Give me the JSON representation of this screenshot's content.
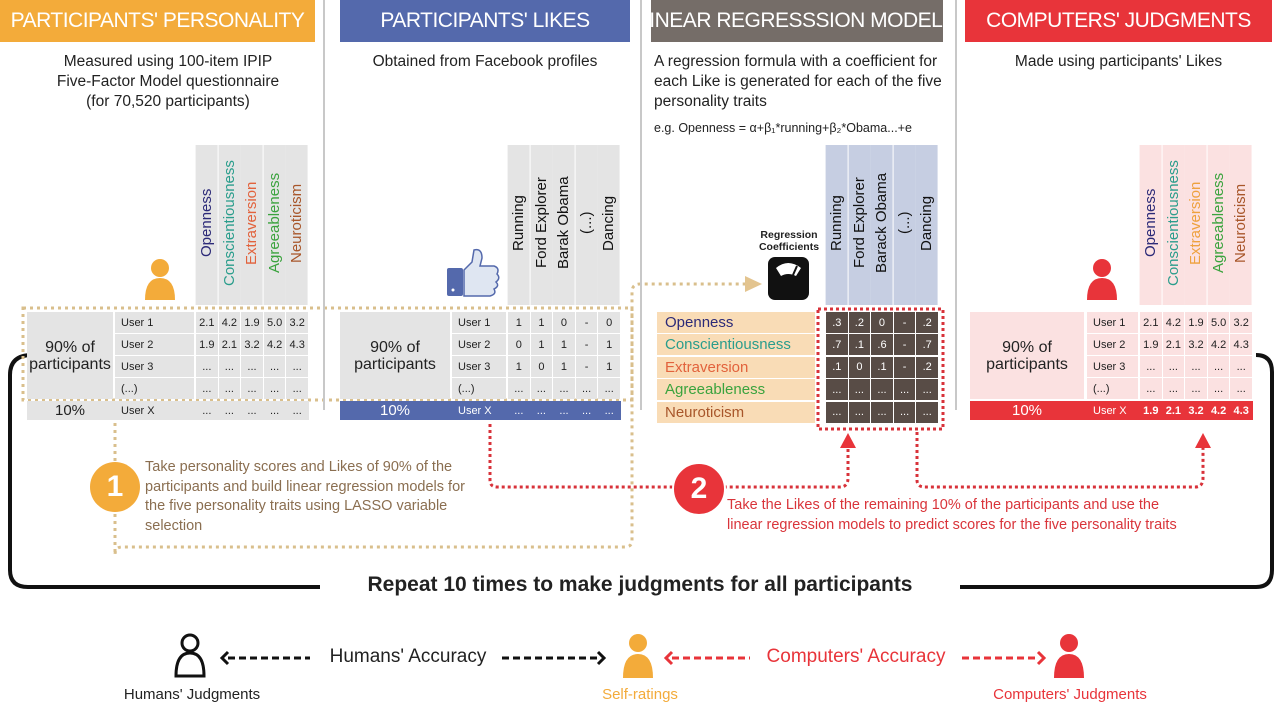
{
  "colors": {
    "orange": "#f3ab3a",
    "blue": "#5469ac",
    "brown_gray": "#756d68",
    "red": "#e8343a",
    "openness": "#2c2a78",
    "conscientiousness": "#2a9d8c",
    "extraversion": "#e2623c",
    "extraversion_alt": "#eea13e",
    "agreeableness": "#3ba33e",
    "neuroticism": "#a8562a"
  },
  "panels": [
    {
      "title": "PARTICIPANTS' PERSONALITY",
      "description": "Measured using 100-item IPIP Five-Factor Model questionnaire (for 70,520 participants)"
    },
    {
      "title": "PARTICIPANTS'  LIKES",
      "description": "Obtained from Facebook profiles"
    },
    {
      "title": "LINEAR REGRESSSION MODELS",
      "description": "A regression formula with a coefficient for each Like is generated for each of the five personality traits",
      "formula": "e.g. Openness = α+β₁*running+β₂*Obama...+e"
    },
    {
      "title": "COMPUTERS' JUDGMENTS",
      "description": "Made using  participants' Likes"
    }
  ],
  "personality_table": {
    "headers": [
      "Openness",
      "Conscientiousness",
      "Extraversion",
      "Agreeableness",
      "Neuroticism"
    ],
    "group_label": "90% of participants",
    "rows": [
      {
        "user": "User 1",
        "values": [
          "2.1",
          "4.2",
          "1.9",
          "5.0",
          "3.2"
        ]
      },
      {
        "user": "User 2",
        "values": [
          "1.9",
          "2.1",
          "3.2",
          "4.2",
          "4.3"
        ]
      },
      {
        "user": "User 3",
        "values": [
          "...",
          "...",
          "...",
          "...",
          "..."
        ]
      },
      {
        "user": "(...)",
        "values": [
          "...",
          "...",
          "...",
          "...",
          "..."
        ]
      }
    ],
    "test_row": {
      "label": "10%",
      "user": "User X",
      "values": [
        "...",
        "...",
        "...",
        "...",
        "..."
      ]
    }
  },
  "likes_table": {
    "headers": [
      "Running",
      "Ford Explorer",
      "Barak Obama",
      "(...)",
      "Dancing"
    ],
    "group_label": "90% of participants",
    "rows": [
      {
        "user": "User 1",
        "values": [
          "1",
          "1",
          "0",
          "-",
          "0"
        ]
      },
      {
        "user": "User 2",
        "values": [
          "0",
          "1",
          "1",
          "-",
          "1"
        ]
      },
      {
        "user": "User 3",
        "values": [
          "1",
          "0",
          "1",
          "-",
          "1"
        ]
      },
      {
        "user": "(...)",
        "values": [
          "...",
          "...",
          "...",
          "...",
          "..."
        ]
      }
    ],
    "test_row": {
      "label": "10%",
      "user": "User X",
      "values": [
        "...",
        "...",
        "...",
        "...",
        "..."
      ]
    }
  },
  "regression_table": {
    "icon_label": "Regression Coefficients",
    "headers": [
      "Running",
      "Ford Explorer",
      "Barack Obama",
      "(...)",
      "Dancing"
    ],
    "rows": [
      {
        "trait": "Openness",
        "values": [
          ".3",
          ".2",
          "0",
          "-",
          ".2"
        ]
      },
      {
        "trait": "Conscientiousness",
        "values": [
          ".7",
          ".1",
          ".6",
          "-",
          ".7"
        ]
      },
      {
        "trait": "Extraversion",
        "values": [
          ".1",
          "0",
          ".1",
          "-",
          ".2"
        ]
      },
      {
        "trait": "Agreeableness",
        "values": [
          "...",
          "...",
          "...",
          "...",
          "..."
        ]
      },
      {
        "trait": "Neuroticism",
        "values": [
          "...",
          "...",
          "...",
          "...",
          "..."
        ]
      }
    ]
  },
  "judgments_table": {
    "headers": [
      "Openness",
      "Conscientiousness",
      "Extraversion",
      "Agreeableness",
      "Neuroticism"
    ],
    "group_label": "90% of participants",
    "rows": [
      {
        "user": "User 1",
        "values": [
          "2.1",
          "4.2",
          "1.9",
          "5.0",
          "3.2"
        ]
      },
      {
        "user": "User 2",
        "values": [
          "1.9",
          "2.1",
          "3.2",
          "4.2",
          "4.3"
        ]
      },
      {
        "user": "User 3",
        "values": [
          "...",
          "...",
          "...",
          "...",
          "..."
        ]
      },
      {
        "user": "(...)",
        "values": [
          "...",
          "...",
          "...",
          "...",
          "..."
        ]
      }
    ],
    "test_row": {
      "label": "10%",
      "user": "User X",
      "values": [
        "1.9",
        "2.1",
        "3.2",
        "4.2",
        "4.3"
      ]
    }
  },
  "steps": [
    {
      "number": "1",
      "text": "Take personality scores and Likes of 90% of the participants and build linear regression models for the five personality traits using LASSO variable selection"
    },
    {
      "number": "2",
      "text": "Take the Likes of the remaining 10% of the participants and use the linear regression models to predict scores for the five personality traits"
    }
  ],
  "repeat_label": "Repeat 10 times to make judgments for all participants",
  "accuracy": {
    "humans_accuracy": "Humans' Accuracy",
    "computers_accuracy": "Computers' Accuracy",
    "humans_judgments": "Humans' Judgments",
    "self_ratings": "Self-ratings",
    "computers_judgments": "Computers' Judgments"
  }
}
